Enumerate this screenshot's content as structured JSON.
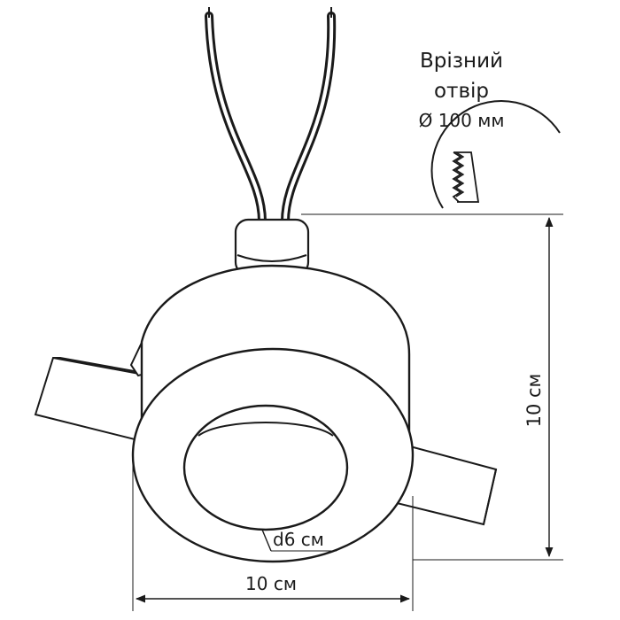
{
  "labels": {
    "cutout_line1": "Врізний",
    "cutout_line2": "отвір",
    "cutout_line3": "Ø 100 мм",
    "height": "10 см",
    "width": "10 см",
    "inner_diameter": "d6 см"
  },
  "colors": {
    "ink": "#1a1a1a",
    "background": "#ffffff"
  }
}
